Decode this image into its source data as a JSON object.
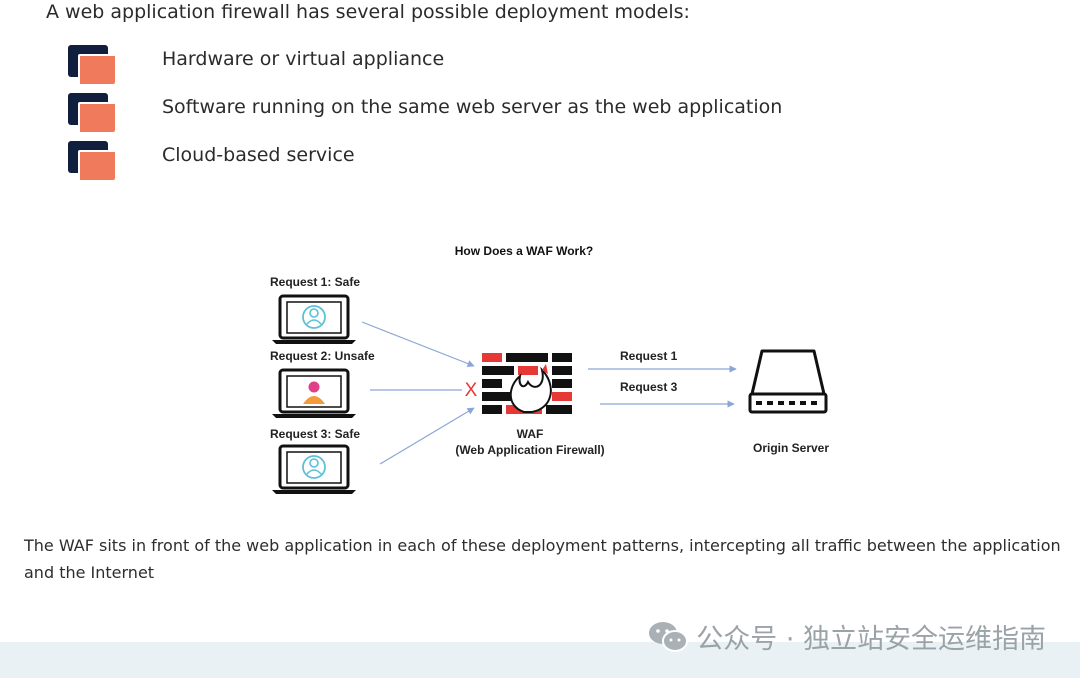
{
  "intro_text": "A web application firewall has several possible deployment models:",
  "deployment_models": [
    {
      "label": "Hardware or virtual appliance",
      "icon": "stacked-window-icon"
    },
    {
      "label": "Software running on the same web server as the web application",
      "icon": "stacked-window-icon"
    },
    {
      "label": "Cloud-based service",
      "icon": "stacked-window-icon"
    }
  ],
  "diagram": {
    "title": "How Does a WAF Work?",
    "requests": [
      {
        "label": "Request 1: Safe",
        "status": "safe"
      },
      {
        "label": "Request 2: Unsafe",
        "status": "unsafe"
      },
      {
        "label": "Request 3: Safe",
        "status": "safe"
      }
    ],
    "blocked_mark": "X",
    "waf_label": "WAF",
    "waf_sublabel": "(Web Application Firewall)",
    "forwarded": [
      "Request 1",
      "Request 3"
    ],
    "server_label": "Origin Server"
  },
  "caption": "The WAF sits in front of the web application in each of these deployment patterns, intercepting all traffic between the application and the Internet",
  "watermark": "公众号 · 独立站安全运维指南",
  "colors": {
    "accent_orange": "#f07b5c",
    "navy": "#0f1f3d",
    "safe_cyan": "#5bc0d8",
    "unsafe_magenta": "#e0408a",
    "unsafe_orange": "#f39a3b",
    "waf_red": "#e53935",
    "blocked_red": "#e53935",
    "arrow_blue": "#8aa6d6"
  }
}
